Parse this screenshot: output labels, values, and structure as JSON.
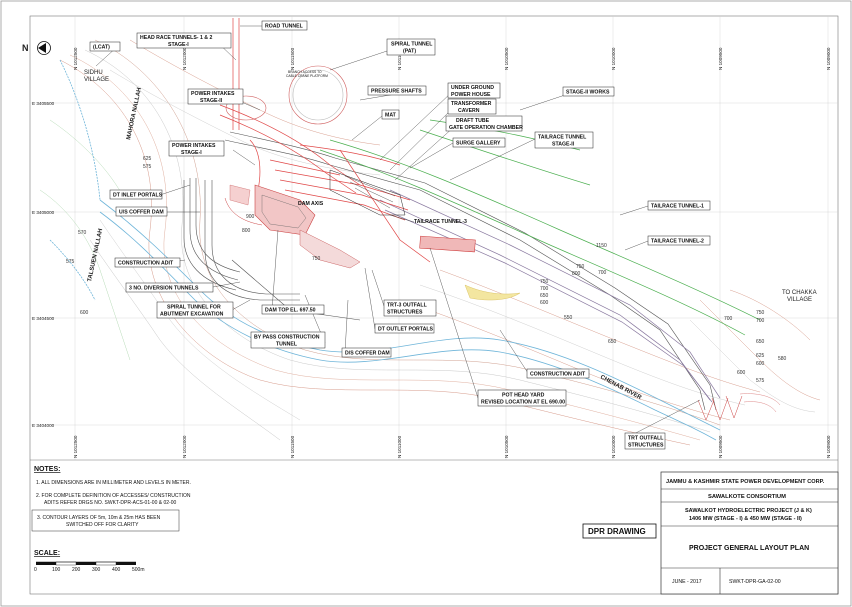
{
  "north_label": "N",
  "labels": {
    "road_tunnel": "ROAD TUNNEL",
    "head_race_tunnels": "HEAD RACE TUNNELS- 1 & 2",
    "head_race_stage": "STAGE-I",
    "lcat": "(LCAT)",
    "spiral_tunnel_pat": "SPIRAL TUNNEL",
    "spiral_tunnel_pat2": "(PAT)",
    "branch_access_1": "BRANCH ACCESS TO",
    "branch_access_2": "CABLE CRANE PLATFORM",
    "pressure_shafts": "PRESSURE SHAFTS",
    "power_intakes_2a": "POWER INTAKES",
    "power_intakes_2b": "STAGE-II",
    "mat": "MAT",
    "ug_power_house_1": "UNDER GROUND",
    "ug_power_house_2": "POWER HOUSE",
    "transformer_1": "TRANSFORMER",
    "transformer_2": "CAVERN",
    "draft_tube_1": "DRAFT TUBE",
    "draft_tube_2": "GATE OPERATION CHAMBER",
    "stage2_works": "STAGE-II WORKS",
    "tailrace_stage2_1": "TAILRACE TUNNEL",
    "tailrace_stage2_2": "STAGE-II",
    "power_intakes_1a": "POWER INTAKES",
    "power_intakes_1b": "STAGE-I",
    "surge_gallery": "SURGE GALLERY",
    "dt_inlet": "DT INLET PORTALS",
    "dam_axis": "DAM AXIS",
    "us_coffer": "U/S COFFER DAM",
    "tailrace_3": "TAILRACE TUNNEL-3",
    "tailrace_1": "TAILRACE TUNNEL-1",
    "tailrace_2": "TAILRACE TUNNEL-2",
    "construction_adit_l": "CONSTRUCTION ADIT",
    "diversion": "3 NO. DIVERSION TUNNELS",
    "spiral_abut_1": "SPIRAL TUNNEL FOR",
    "spiral_abut_2": "ABUTMENT EXCAVATION",
    "dam_top": "DAM TOP EL. 697.50",
    "trt3_outfall_1": "TRT-3 OUTFALL",
    "trt3_outfall_2": "STRUCTURES",
    "dt_outlet": "DT OUTLET PORTALS",
    "bypass_1": "BY PASS CONSTRUCTION",
    "bypass_2": "TUNNEL",
    "ds_coffer": "D/S COFFER DAM",
    "construction_adit_r": "CONSTRUCTION ADIT",
    "pot_head_1": "POT HEAD YARD",
    "pot_head_2": "REVISED LOCATION AT EL 690.00",
    "trt_outfall_1": "TRT OUTFALL",
    "trt_outfall_2": "STRUCTURES",
    "dpr_drawing": "DPR  DRAWING"
  },
  "places": {
    "sidhu_1": "SIDHU",
    "sidhu_2": "VILLAGE",
    "mahora": "MAHORA NALLAH",
    "talsuen": "TALSUEN NALLAH",
    "chenab": "CHENAB RIVER",
    "chakka_1": "TO CHAKKA",
    "chakka_2": "VILLAGE"
  },
  "grid": {
    "east": [
      "E 3405500",
      "E 3405000",
      "E 3404500",
      "E 3404000"
    ],
    "north_top": [
      "N 1012500",
      "N 1012000",
      "N 1011500",
      "N 1011000",
      "N 1010500",
      "N 1010000",
      "N 1009500",
      "N 1009000"
    ],
    "north_bottom": [
      "N 1012500",
      "N 1012000",
      "N 1011500",
      "N 1011000",
      "N 1010500",
      "N 1010000",
      "N 1009500",
      "N 1009000"
    ]
  },
  "contours": [
    "625",
    "575",
    "570",
    "575",
    "600",
    "900",
    "800",
    "750",
    "700",
    "750",
    "700",
    "650",
    "600",
    "550",
    "800",
    "750",
    "1150",
    "650",
    "700",
    "750",
    "700",
    "650",
    "625",
    "600",
    "575",
    "580",
    "600"
  ],
  "notes": {
    "heading": "NOTES:",
    "n1": "1. ALL DIMENSIONS ARE IN MILLIMETER AND LEVELS IN METER.",
    "n2a": "2. FOR COMPLETE DEFINITION OF ACCESSES/ CONSTRUCTION",
    "n2b": "ADITS REFER DRGS NO. SWKT-DPR-ACS-01-00 & 02-00",
    "n3a": "3.  CONTOUR LAYERS OF 5m, 10m & 25m HAS BEEN",
    "n3b": "SWITCHED OFF FOR CLARITY"
  },
  "scale": {
    "heading": "SCALE:",
    "ticks": [
      "0",
      "100",
      "200",
      "300",
      "400",
      "500m"
    ]
  },
  "title_block": {
    "org": "JAMMU & KASHMIR  STATE POWER DEVELOPMENT CORP.",
    "consortium": "SAWALKOTE CONSORTIUM",
    "project_1": "SAWALKOT HYDROELECTRIC PROJECT  (J & K)",
    "project_2": "1406 MW (STAGE - I) & 450 MW (STAGE - II)",
    "drawing_title": "PROJECT GENERAL LAYOUT PLAN",
    "date": "JUNE - 2017",
    "drawing_no": "SWKT-DPR-GA-02-00"
  }
}
